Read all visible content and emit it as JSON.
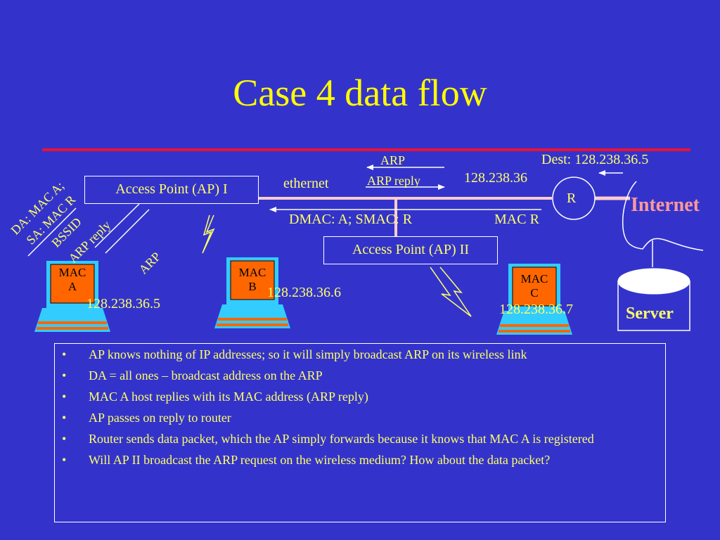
{
  "title": "Case 4 data flow",
  "diagram": {
    "ap1": "Access Point (AP) I",
    "ap2": "Access Point (AP) II",
    "router": "R",
    "internet": "Internet",
    "server": "Server",
    "ethernet": "ethernet",
    "arp": "ARP",
    "arp_reply": "ARP reply",
    "subnet": "128.238.36",
    "dest": "Dest: 128.238.36.5",
    "dmac_smac": "DMAC: A; SMAC: R",
    "mac_r": "MAC R",
    "da_line1": "DA: MAC A;",
    "da_line2": "SA: MAC R",
    "da_line3": "BSSID",
    "arp_reply_diag": "ARP reply",
    "arp_diag": "ARP",
    "hosts": [
      {
        "mac": "MAC\nA",
        "ip": "128.238.36.5"
      },
      {
        "mac": "MAC\nB",
        "ip": "128.238.36.6"
      },
      {
        "mac": "MAC\nC",
        "ip": "128.238.36.7"
      }
    ]
  },
  "bullets": [
    "AP knows nothing of IP addresses; so it will simply broadcast ARP on its wireless link",
    "DA = all ones – broadcast address on the ARP",
    "MAC A host replies with its MAC address (ARP reply)",
    "AP passes on reply to router",
    "Router sends data packet, which the AP simply forwards because it knows that MAC A is registered",
    "Will AP II broadcast the ARP request on the wireless medium? How about the data packet?"
  ],
  "colors": {
    "background": "#3333CC",
    "title": "#FFFF00",
    "text": "#FFFF66",
    "red_rule": "#EE1133",
    "ethernet_line": "#FFCCCC",
    "laptop": "#33CCFF",
    "screen": "#FF6600",
    "internet": "#FF9999"
  }
}
